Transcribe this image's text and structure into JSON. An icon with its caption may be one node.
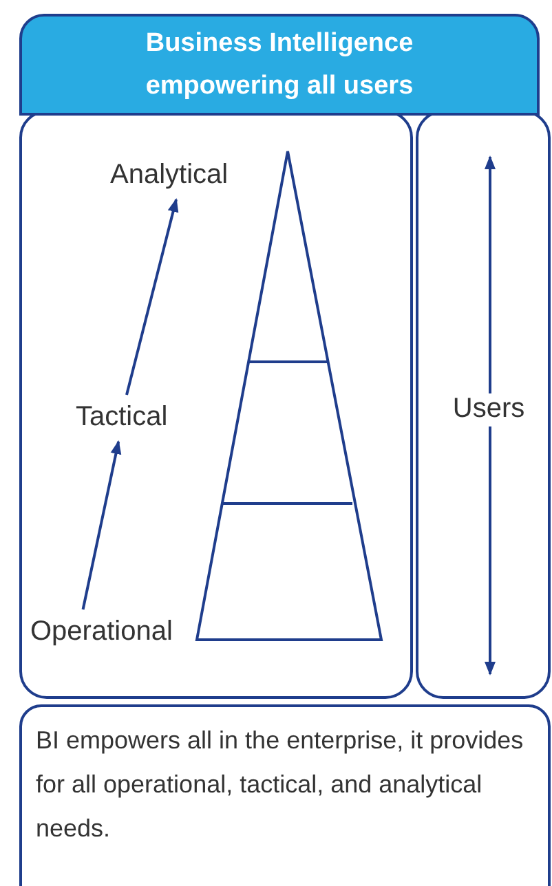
{
  "diagram": {
    "nodes": [
      {
        "text": [
          "Business Intelligence empowering all users"
        ]
      },
      {
        "text": [],
        "shape": "box"
      },
      {
        "text": [
          "Analytical"
        ],
        "in": 1
      },
      {
        "text": [
          "Tactical"
        ],
        "in": 1
      },
      {
        "text": [
          "Operational"
        ],
        "in": 1
      },
      {
        "text": [
          "Users"
        ]
      },
      {
        "text": [
          "BI empowers all in the enterprise, it provides for all operational, tactical, and analytical needs."
        ]
      }
    ],
    "edges": [
      {
        "from": 4,
        "to": 3,
        "arrow": "to"
      },
      {
        "from": 3,
        "to": 2,
        "arrow": "to"
      }
    ]
  }
}
